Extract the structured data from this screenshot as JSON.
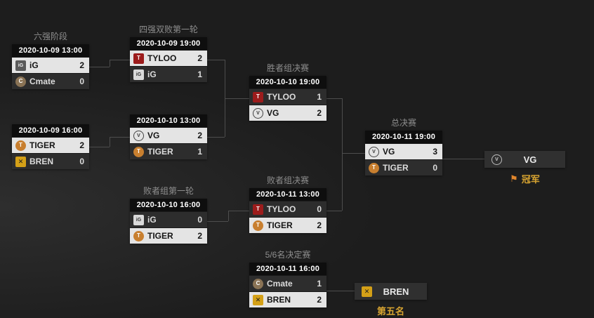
{
  "colors": {
    "background": "#1d1d1d",
    "accent_gold": "#d9a531",
    "winner_row_bg": "#e4e4e4",
    "row_bg": "#2d2d2d",
    "date_bar_bg": "#0e0e0e",
    "connector": "#4d4d4d"
  },
  "bracket": {
    "matches": [
      {
        "title": "六强阶段",
        "date": "2020-10-09 13:00",
        "t1": {
          "name": "iG",
          "score": "2",
          "icon": "ig-logo",
          "winner": true
        },
        "t2": {
          "name": "Cmate",
          "score": "0",
          "icon": "cmate-logo",
          "winner": false
        }
      },
      {
        "date": "2020-10-09 16:00",
        "t1": {
          "name": "TIGER",
          "score": "2",
          "icon": "tiger-logo",
          "winner": true
        },
        "t2": {
          "name": "BREN",
          "score": "0",
          "icon": "bren-logo",
          "winner": false
        }
      },
      {
        "title": "四强双败第一轮",
        "date": "2020-10-09 19:00",
        "t1": {
          "name": "TYLOO",
          "score": "2",
          "icon": "tyloo-logo",
          "winner": true
        },
        "t2": {
          "name": "iG",
          "score": "1",
          "icon": "ig-logo",
          "winner": false
        }
      },
      {
        "date": "2020-10-10 13:00",
        "t1": {
          "name": "VG",
          "score": "2",
          "icon": "vg-logo",
          "winner": true
        },
        "t2": {
          "name": "TIGER",
          "score": "1",
          "icon": "tiger-logo",
          "winner": false
        }
      },
      {
        "title": "败者组第一轮",
        "date": "2020-10-10 16:00",
        "t1": {
          "name": "iG",
          "score": "0",
          "icon": "ig-logo",
          "winner": false
        },
        "t2": {
          "name": "TIGER",
          "score": "2",
          "icon": "tiger-logo",
          "winner": true
        }
      },
      {
        "title": "胜者组决赛",
        "date": "2020-10-10 19:00",
        "t1": {
          "name": "TYLOO",
          "score": "1",
          "icon": "tyloo-logo",
          "winner": false
        },
        "t2": {
          "name": "VG",
          "score": "2",
          "icon": "vg-logo",
          "winner": true
        }
      },
      {
        "title": "败者组决赛",
        "date": "2020-10-11 13:00",
        "t1": {
          "name": "TYLOO",
          "score": "0",
          "icon": "tyloo-logo",
          "winner": false
        },
        "t2": {
          "name": "TIGER",
          "score": "2",
          "icon": "tiger-logo",
          "winner": true
        }
      },
      {
        "title": "5/6名决定赛",
        "date": "2020-10-11 16:00",
        "t1": {
          "name": "Cmate",
          "score": "1",
          "icon": "cmate-logo",
          "winner": false
        },
        "t2": {
          "name": "BREN",
          "score": "2",
          "icon": "bren-logo",
          "winner": true
        }
      },
      {
        "title": "总决赛",
        "date": "2020-10-11 19:00",
        "t1": {
          "name": "VG",
          "score": "3",
          "icon": "vg-logo",
          "winner": true
        },
        "t2": {
          "name": "TIGER",
          "score": "0",
          "icon": "tiger-logo",
          "winner": false
        }
      }
    ],
    "champion": {
      "name": "VG",
      "label": "冠军",
      "icon": "vg-logo",
      "flag_icon": "⚑"
    },
    "fifth_place": {
      "name": "BREN",
      "label": "第五名",
      "icon": "bren-logo"
    }
  }
}
